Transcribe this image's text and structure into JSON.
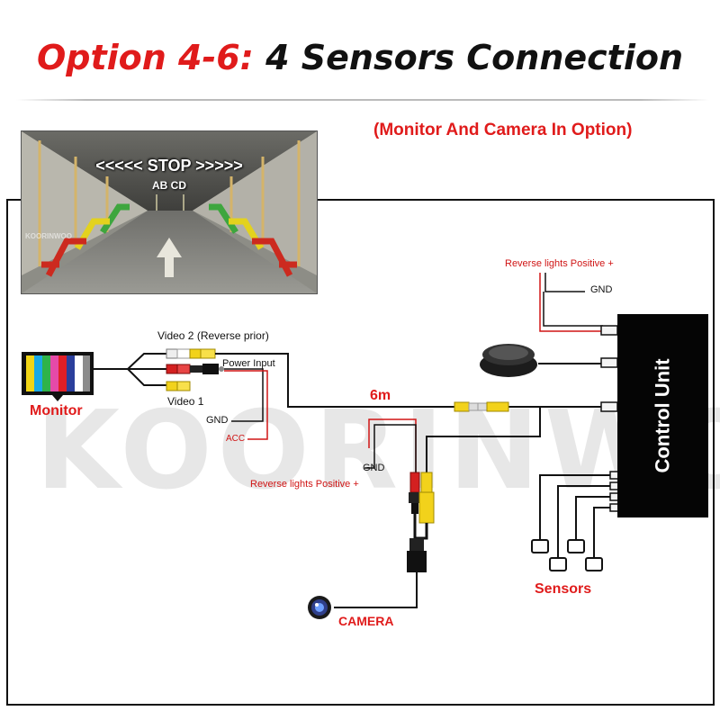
{
  "title": {
    "option": "Option 4-6:",
    "text": "4 Sensors Connection"
  },
  "option_note": "(Monitor And Camera In Option)",
  "screen": {
    "stop": "<<<<< STOP >>>>>",
    "sub": "AB CD",
    "mark": "KOORINWOO"
  },
  "watermark": "KOORINWOO",
  "labels": {
    "video2": "Video 2 (Reverse prior)",
    "power_input": "Power Input",
    "video1": "Video 1",
    "gnd_monitor": "GND",
    "acc": "ACC",
    "monitor": "Monitor",
    "length": "6m",
    "gnd_camera": "GND",
    "reverse_camera": "Reverse lights Positive +",
    "reverse_unit": "Reverse lights Positive +",
    "gnd_unit": "GND",
    "control_unit": "Control Unit",
    "sensors": "Sensors",
    "camera": "CAMERA"
  },
  "colors": {
    "accent_red": "#e01b1b",
    "wire": "#111111",
    "rca_yellow": "#f2d21b",
    "rca_red": "#d42020",
    "rca_white": "#eeeeee"
  },
  "icons": [
    "monitor-icon",
    "camera-icon",
    "buzzer-icon",
    "sensor-icon"
  ]
}
